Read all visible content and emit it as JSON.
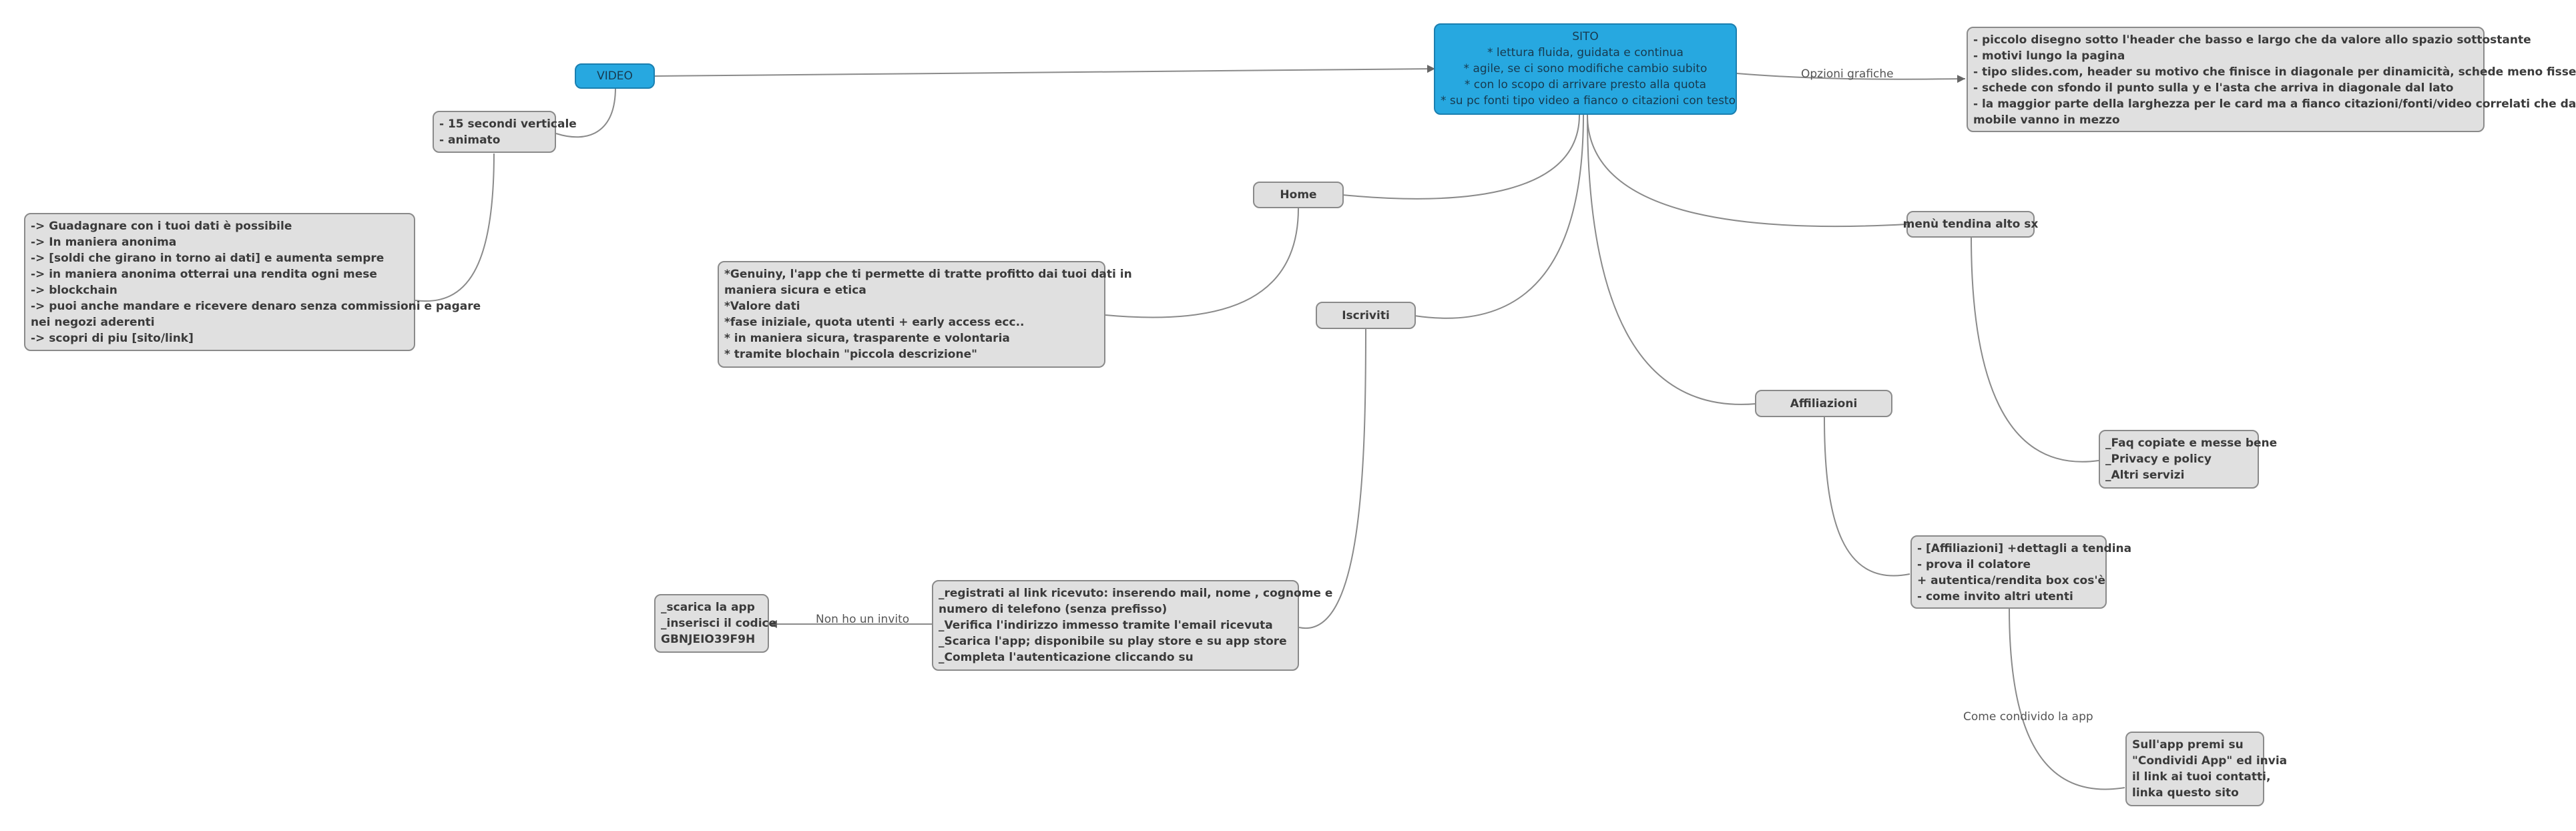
{
  "nodes": {
    "sito": {
      "title": "SITO",
      "lines": [
        "* lettura fluida, guidata e continua",
        "* agile, se ci sono modifiche cambio subito",
        "* con lo scopo di arrivare presto alla quota",
        "* su pc fonti tipo video a fianco o citazioni con testo"
      ]
    },
    "video": {
      "label": "VIDEO"
    },
    "video_notes": {
      "lines": [
        "- 15 secondi verticale",
        "- animato"
      ]
    },
    "video_text": {
      "lines": [
        "-> Guadagnare con i tuoi dati è possibile",
        "-> In maniera anonima",
        "-> [soldi che girano in torno ai dati] e aumenta sempre",
        "-> in maniera anonima otterrai una rendita ogni mese",
        "-> blockchain",
        "-> puoi anche mandare e ricevere denaro senza commissioni e pagare",
        "nei negozi aderenti",
        "-> scopri di piu [sito/link]"
      ]
    },
    "opzioni": {
      "lines": [
        "- piccolo disegno sotto l'header che basso e largo che da valore allo spazio sottostante",
        "- motivi lungo la pagina",
        "- tipo slides.com, header su motivo che finisce in diagonale per dinamicità, schede meno fisse",
        "- schede con sfondo il punto sulla y e l'asta che arriva in diagonale dal lato",
        "- la maggior parte della larghezza per le card ma a fianco citazioni/fonti/video correlati che da",
        "mobile vanno in mezzo"
      ]
    },
    "home": {
      "label": "Home"
    },
    "home_text": {
      "lines": [
        "*Genuiny, l'app che ti permette di tratte profitto dai tuoi dati in",
        "maniera sicura e etica",
        "*Valore dati",
        "*fase iniziale, quota utenti + early access ecc..",
        "* in maniera sicura, trasparente e volontaria",
        "* tramite blochain \"piccola descrizione\""
      ]
    },
    "iscriviti": {
      "label": "Iscriviti"
    },
    "iscriviti_text": {
      "lines": [
        "_registrati al link ricevuto: inserendo mail, nome , cognome e",
        "numero di telefono (senza prefisso)",
        "_Verifica l'indirizzo immesso tramite l'email ricevuta",
        "_Scarica l'app; disponibile su play store e su app store",
        "_Completa l'autenticazione cliccando su"
      ]
    },
    "invito": {
      "lines": [
        "_scarica la app",
        "_inserisci il codice",
        "GBNJEIO39F9H"
      ]
    },
    "menu": {
      "label": "menù tendina alto sx"
    },
    "menu_text": {
      "lines": [
        "_Faq copiate e messe bene",
        "_Privacy e policy",
        "_Altri servizi"
      ]
    },
    "affiliazioni": {
      "label": "Affiliazioni"
    },
    "affiliazioni_text": {
      "lines": [
        "- [Affiliazioni] +dettagli a tendina",
        "- prova il colatore",
        "+ autentica/rendita box cos'è",
        "- come invito altri utenti"
      ]
    },
    "condividi": {
      "lines": [
        "Sull'app premi su",
        "\"Condividi App\" ed invia",
        "il link ai tuoi contatti,",
        "linka questo sito"
      ]
    }
  },
  "edge_labels": {
    "opzioni_grafiche": "Opzioni grafiche",
    "no_invito": "Non ho un invito",
    "condivido": "Come condivido la app"
  },
  "colors": {
    "node_fill": "#e0e0e0",
    "node_border": "#8a8a8a",
    "root_fill": "#27a8e0",
    "edge": "#8a8a8a"
  }
}
